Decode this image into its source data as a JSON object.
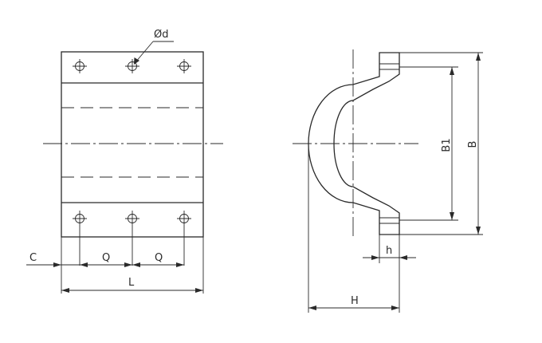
{
  "labels": {
    "hole_diameter": "Ød",
    "C": "C",
    "Q1": "Q",
    "Q2": "Q",
    "L": "L",
    "B1": "B1",
    "B": "B",
    "h": "h",
    "H": "H"
  }
}
